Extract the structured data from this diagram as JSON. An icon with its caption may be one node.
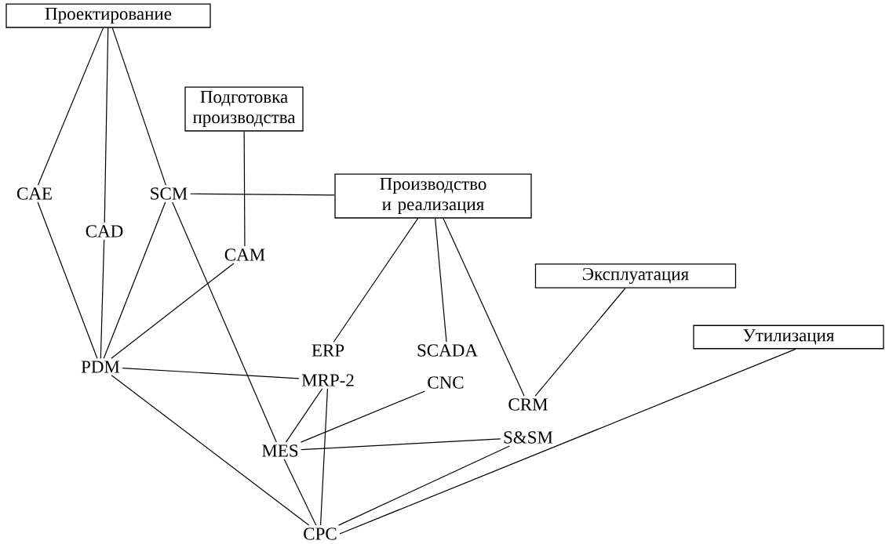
{
  "diagram": {
    "nodes": [
      {
        "text": [
          "Проектирование"
        ]
      },
      {
        "text": [
          "Подготовка производства"
        ]
      },
      {
        "text": [
          "Производство и реализация"
        ]
      },
      {
        "text": [
          "Эксплуатация"
        ]
      },
      {
        "text": [
          "Утилизация"
        ]
      },
      {
        "text": [
          "CAE"
        ]
      },
      {
        "text": [
          "CAD"
        ]
      },
      {
        "text": [
          "SCM"
        ]
      },
      {
        "text": [
          "CAM"
        ]
      },
      {
        "text": [
          "PDM"
        ]
      },
      {
        "text": [
          "ERP"
        ]
      },
      {
        "text": [
          "MRP-2"
        ]
      },
      {
        "text": [
          "SCADA"
        ]
      },
      {
        "text": [
          "CNC"
        ]
      },
      {
        "text": [
          "CRM"
        ]
      },
      {
        "text": [
          "MES"
        ]
      },
      {
        "text": [
          "S&SM"
        ]
      },
      {
        "text": [
          "CPC"
        ]
      }
    ],
    "edges": [
      {
        "from": 0,
        "to": 5,
        "arrow": "none"
      },
      {
        "from": 0,
        "to": 6,
        "arrow": "none"
      },
      {
        "from": 0,
        "to": 7,
        "arrow": "none"
      },
      {
        "from": 1,
        "to": 8,
        "arrow": "none"
      },
      {
        "from": 7,
        "to": 2,
        "arrow": "none"
      },
      {
        "from": 5,
        "to": 9,
        "arrow": "none"
      },
      {
        "from": 6,
        "to": 9,
        "arrow": "none"
      },
      {
        "from": 7,
        "to": 9,
        "arrow": "none"
      },
      {
        "from": 7,
        "to": 15,
        "arrow": "none"
      },
      {
        "from": 8,
        "to": 9,
        "arrow": "none"
      },
      {
        "from": 9,
        "to": 11,
        "arrow": "none"
      },
      {
        "from": 2,
        "to": 10,
        "arrow": "none"
      },
      {
        "from": 2,
        "to": 12,
        "arrow": "none"
      },
      {
        "from": 2,
        "to": 14,
        "arrow": "none"
      },
      {
        "from": 3,
        "to": 14,
        "arrow": "none"
      },
      {
        "from": 11,
        "to": 15,
        "arrow": "none"
      },
      {
        "from": 11,
        "to": 17,
        "arrow": "none"
      },
      {
        "from": 13,
        "to": 15,
        "arrow": "none"
      },
      {
        "from": 15,
        "to": 16,
        "arrow": "none"
      },
      {
        "from": 9,
        "to": 17,
        "arrow": "none"
      },
      {
        "from": 15,
        "to": 17,
        "arrow": "none"
      },
      {
        "from": 16,
        "to": 17,
        "arrow": "none"
      },
      {
        "from": 4,
        "to": 17,
        "arrow": "none"
      }
    ]
  }
}
